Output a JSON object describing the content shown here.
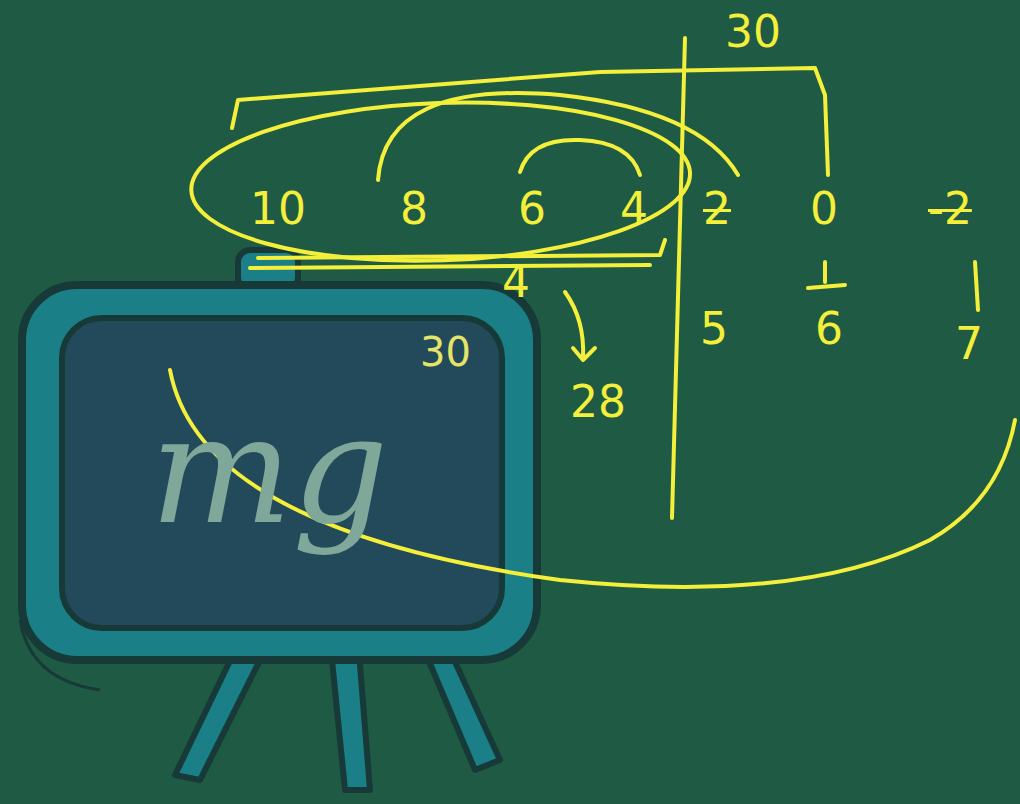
{
  "diagram": {
    "nodes": [
      {
        "text": [
          "10",
          "8",
          "6",
          "4"
        ]
      }
    ],
    "labels": [
      "30",
      "2",
      "0",
      "-2",
      "4",
      "28",
      "5",
      "6",
      "7",
      "30",
      "mg"
    ]
  }
}
